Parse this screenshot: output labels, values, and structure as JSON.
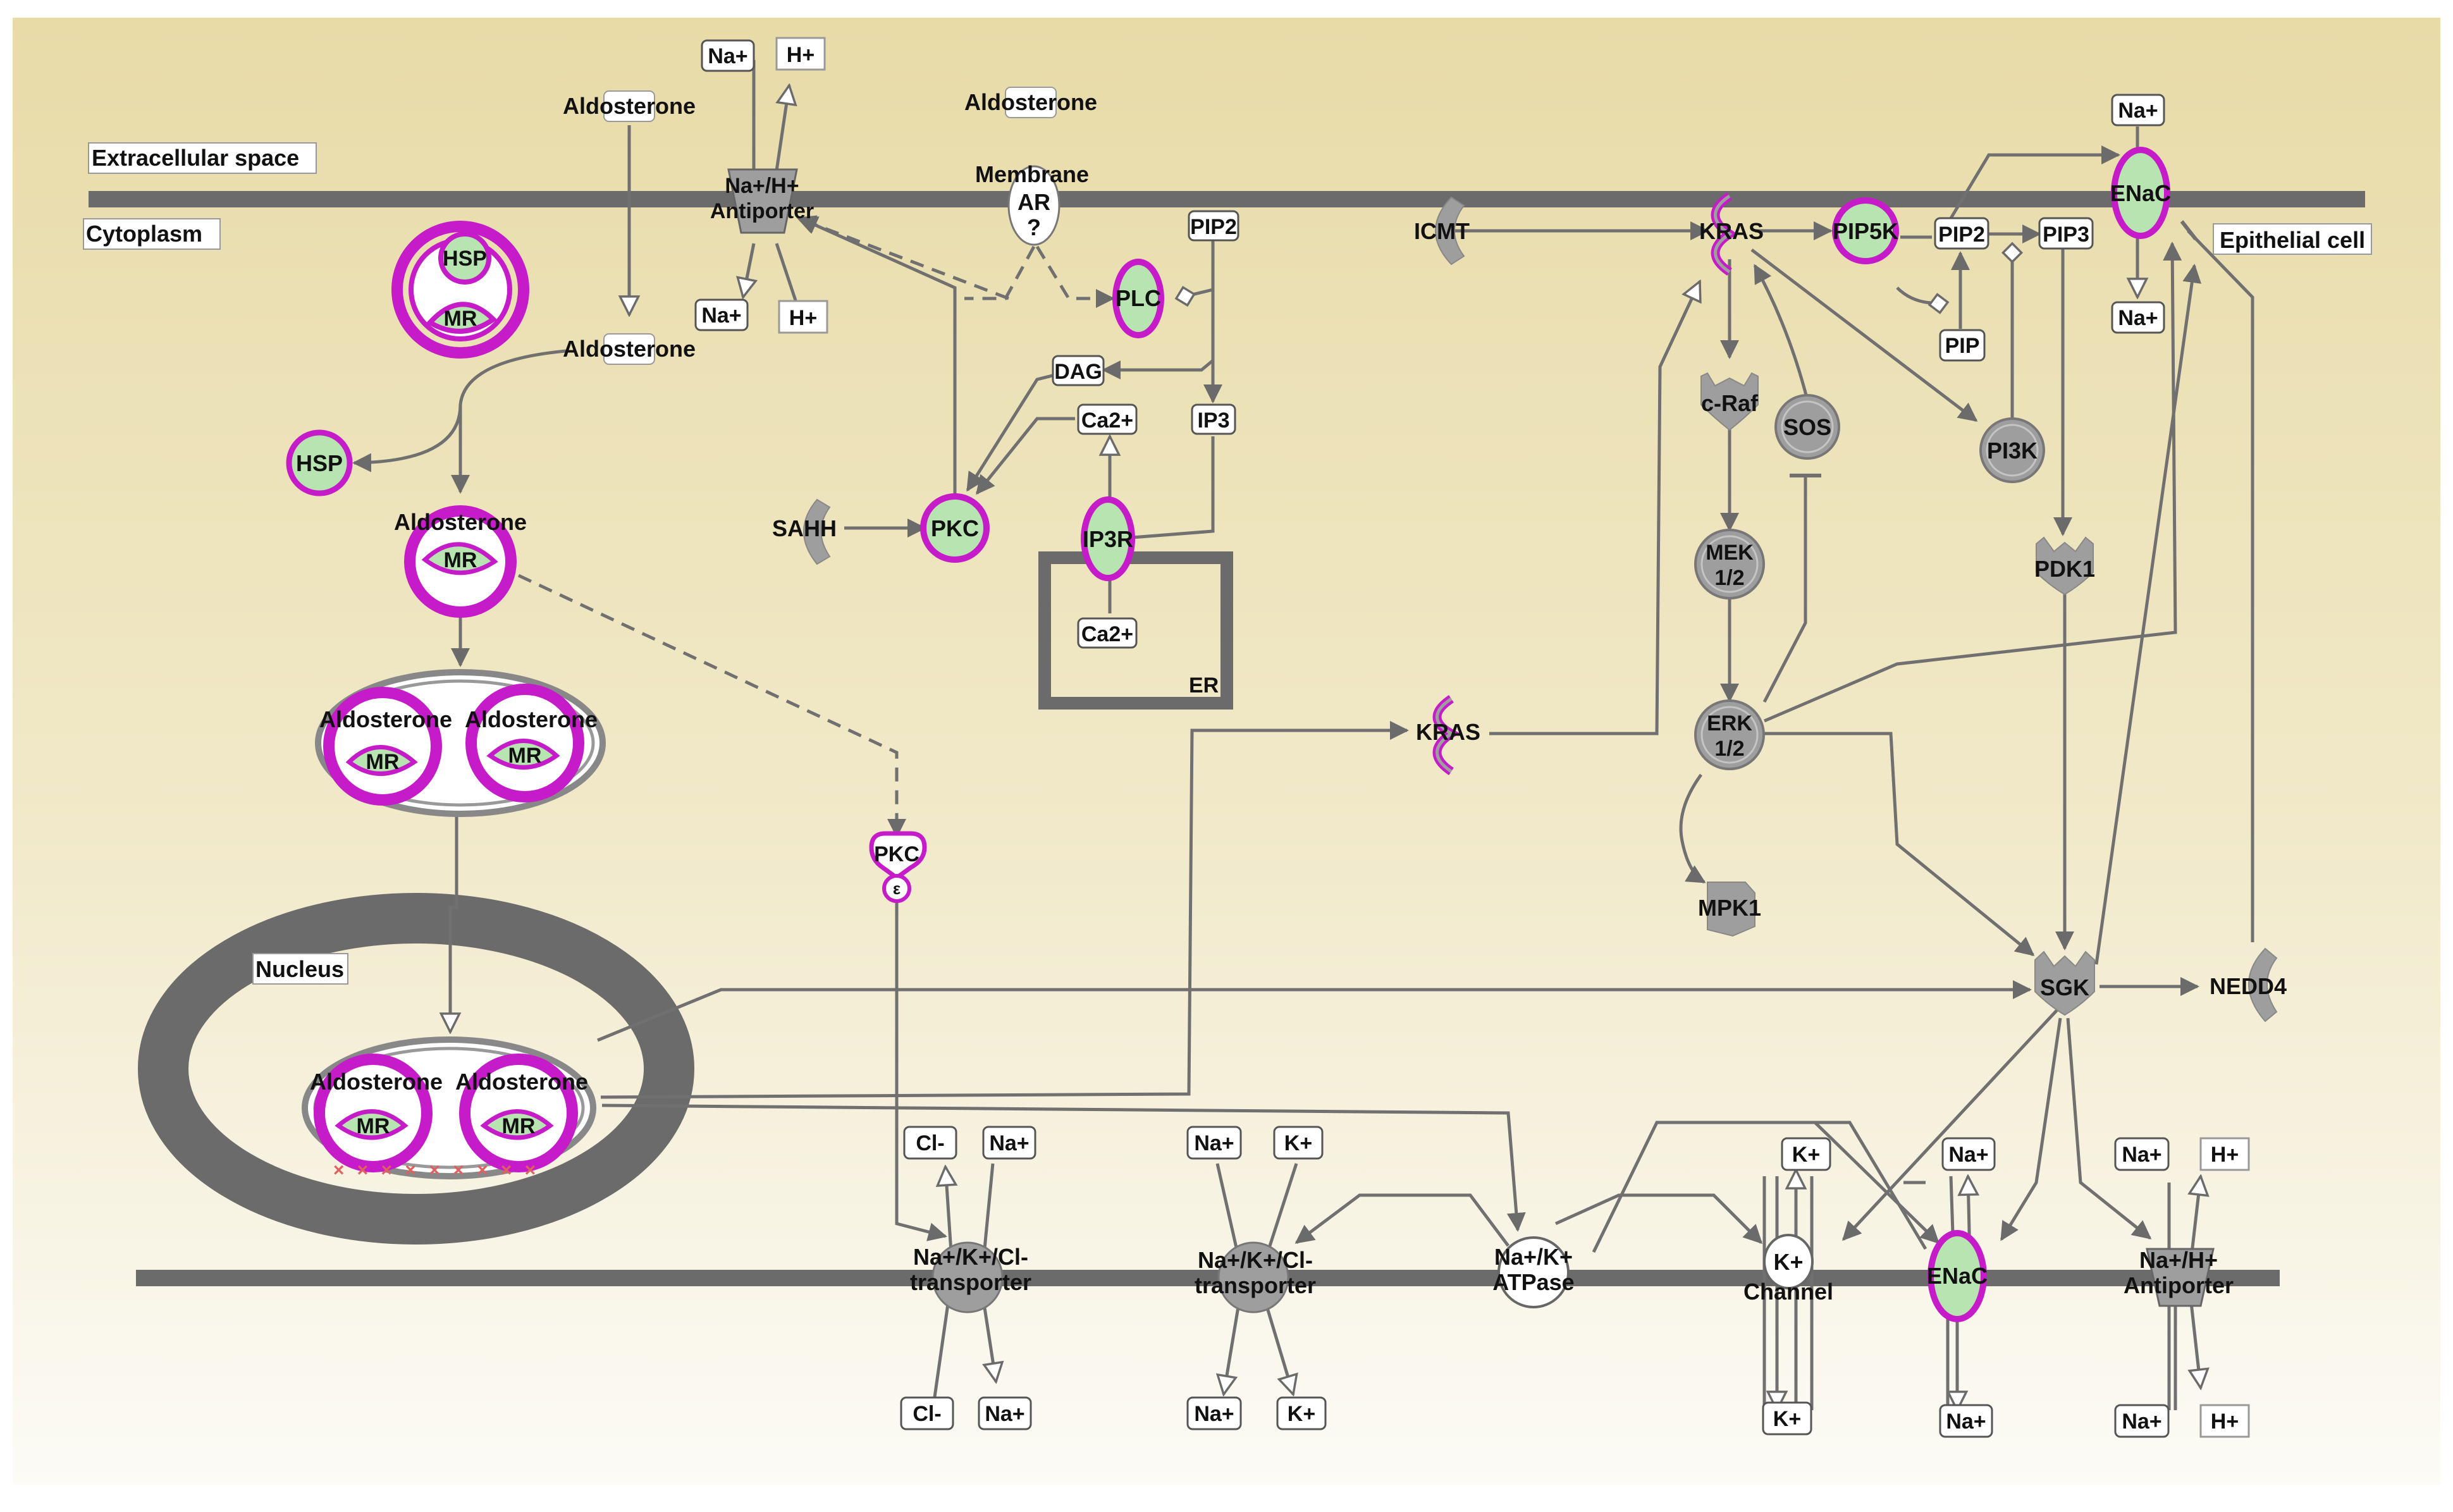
{
  "colors": {
    "bg_top": "#e8dba8",
    "bg_bottom": "#fbfaf4",
    "membrane": "#6b6b6b",
    "molecule_grey": "#9e9e9e",
    "highlight_magenta": "#c51bc9",
    "highlight_green": "#b7e4b0",
    "edge": "#707070",
    "inhibition_mark": "#e06060"
  },
  "compartments": {
    "extracellular": "Extracellular space",
    "cytoplasm": "Cytoplasm",
    "cell": "Epithelial cell",
    "nucleus": "Nucleus",
    "er": "ER"
  },
  "labels": {
    "na_plus": "Na+",
    "h_plus": "H+",
    "k_plus": "K+",
    "cl_minus": "Cl-",
    "ca2_plus": "Ca2+",
    "aldosterone": "Aldosterone",
    "hsp": "HSP",
    "mr": "MR",
    "na_h_antiporter": [
      "Na+/H+",
      "Antiporter"
    ],
    "membrane_ar": [
      "Membrane",
      "AR",
      "?"
    ],
    "pip2": "PIP2",
    "pip3": "PIP3",
    "pip": "PIP",
    "plc": "PLC",
    "dag": "DAG",
    "ip3": "IP3",
    "ip3r": "IP3R",
    "pkc": "PKC",
    "pkc_epsilon": "ε",
    "sahh": "SAHH",
    "icmt": "ICMT",
    "kras": "KRAS",
    "pip5k": "PIP5K",
    "enac": "ENaC",
    "craf": "c-Raf",
    "sos": "SOS",
    "pi3k": "PI3K",
    "mek": [
      "MEK",
      "1/2"
    ],
    "erk": [
      "ERK",
      "1/2"
    ],
    "pdk1": "PDK1",
    "mpk1": "MPK1",
    "sgk": "SGK",
    "nedd4": "NEDD4",
    "nkcl_transporter": [
      "Na+/K+/Cl-",
      "transporter"
    ],
    "nak_atpase": [
      "Na+/K+",
      "ATPase"
    ],
    "k_channel": [
      "K+",
      "Channel"
    ]
  }
}
